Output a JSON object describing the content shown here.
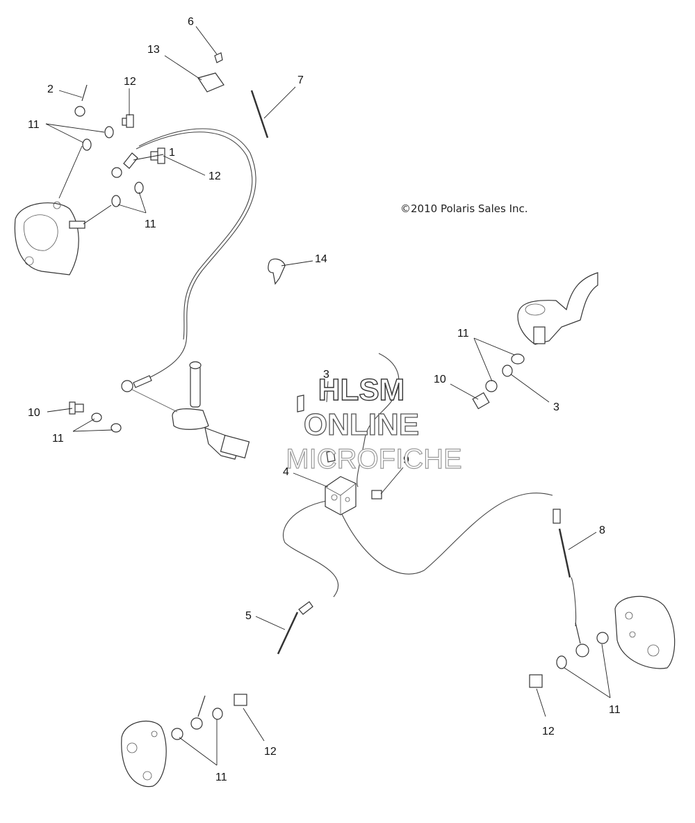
{
  "diagram": {
    "copyright": "©2010 Polaris Sales Inc.",
    "watermark": {
      "line1": "HLSM",
      "line2": "ONLINE",
      "line3": "MICROFICHE"
    },
    "callouts": {
      "c6": "6",
      "c13": "13",
      "c7": "7",
      "c2": "2",
      "c12a": "12",
      "c11a": "11",
      "c1": "1",
      "c12b": "12",
      "c11b": "11",
      "c14": "14",
      "c11c": "11",
      "c10a": "10",
      "c3a": "3",
      "c3b": "3",
      "c10b": "10",
      "c11d": "11",
      "c9": "9",
      "c4": "4",
      "c8": "8",
      "c5": "5",
      "c11e": "11",
      "c12c": "12",
      "c12d": "12",
      "c11f": "11"
    }
  }
}
